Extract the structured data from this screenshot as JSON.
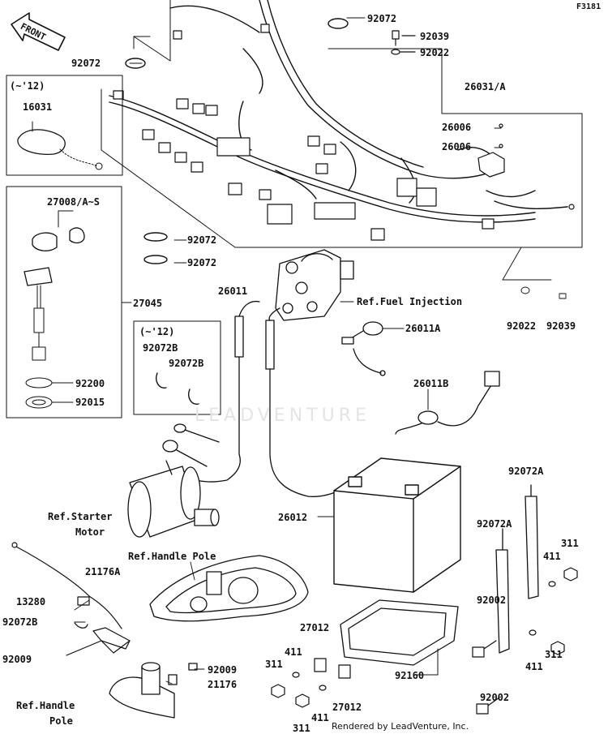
{
  "figure_code": "F3181",
  "front_label": "FRONT",
  "watermark": "LEADVENTURE",
  "footer": "Rendered by LeadVenture, Inc.",
  "labels": [
    {
      "id": "p92072-a",
      "text": "92072"
    },
    {
      "id": "p92039-a",
      "text": "92039"
    },
    {
      "id": "p92022-a",
      "text": "92022"
    },
    {
      "id": "p92072-b",
      "text": "92072"
    },
    {
      "id": "p26031A",
      "text": "26031/A"
    },
    {
      "id": "note-12-a",
      "text": "(~'12)"
    },
    {
      "id": "p16031",
      "text": "16031"
    },
    {
      "id": "p26006-a",
      "text": "26006"
    },
    {
      "id": "p26006-b",
      "text": "26006"
    },
    {
      "id": "p27008",
      "text": "27008/A~S"
    },
    {
      "id": "p92072-c",
      "text": "92072"
    },
    {
      "id": "p92072-d",
      "text": "92072"
    },
    {
      "id": "p26011",
      "text": "26011"
    },
    {
      "id": "ref-fuel",
      "text": "Ref.Fuel Injection"
    },
    {
      "id": "p27045",
      "text": "27045"
    },
    {
      "id": "p92022-b",
      "text": "92022"
    },
    {
      "id": "p92039-b",
      "text": "92039"
    },
    {
      "id": "note-12-b",
      "text": "(~'12)"
    },
    {
      "id": "p26011A",
      "text": "26011A"
    },
    {
      "id": "p92072B-a",
      "text": "92072B"
    },
    {
      "id": "p92072B-b",
      "text": "92072B"
    },
    {
      "id": "p92200",
      "text": "92200"
    },
    {
      "id": "p26011B",
      "text": "26011B"
    },
    {
      "id": "p92015",
      "text": "92015"
    },
    {
      "id": "p92072A-a",
      "text": "92072A"
    },
    {
      "id": "ref-starter-1",
      "text": "Ref.Starter"
    },
    {
      "id": "ref-starter-2",
      "text": "Motor"
    },
    {
      "id": "p26012",
      "text": "26012"
    },
    {
      "id": "p92072A-b",
      "text": "92072A"
    },
    {
      "id": "p311-a",
      "text": "311"
    },
    {
      "id": "ref-handle-a",
      "text": "Ref.Handle Pole"
    },
    {
      "id": "p411-a",
      "text": "411"
    },
    {
      "id": "p21176A",
      "text": "21176A"
    },
    {
      "id": "p13280",
      "text": "13280"
    },
    {
      "id": "p92002-a",
      "text": "92002"
    },
    {
      "id": "p92072B-c",
      "text": "92072B"
    },
    {
      "id": "p27012-a",
      "text": "27012"
    },
    {
      "id": "p311-b",
      "text": "311"
    },
    {
      "id": "p92009-a",
      "text": "92009"
    },
    {
      "id": "p411-b",
      "text": "411"
    },
    {
      "id": "p411-c",
      "text": "411"
    },
    {
      "id": "p92009-b",
      "text": "92009"
    },
    {
      "id": "p311-c",
      "text": "311"
    },
    {
      "id": "p21176",
      "text": "21176"
    },
    {
      "id": "p92160",
      "text": "92160"
    },
    {
      "id": "p92002-b",
      "text": "92002"
    },
    {
      "id": "ref-handle-b1",
      "text": "Ref.Handle"
    },
    {
      "id": "p27012-b",
      "text": "27012"
    },
    {
      "id": "ref-handle-b2",
      "text": "Pole"
    },
    {
      "id": "p411-d",
      "text": "411"
    },
    {
      "id": "p311-d",
      "text": "311"
    }
  ]
}
